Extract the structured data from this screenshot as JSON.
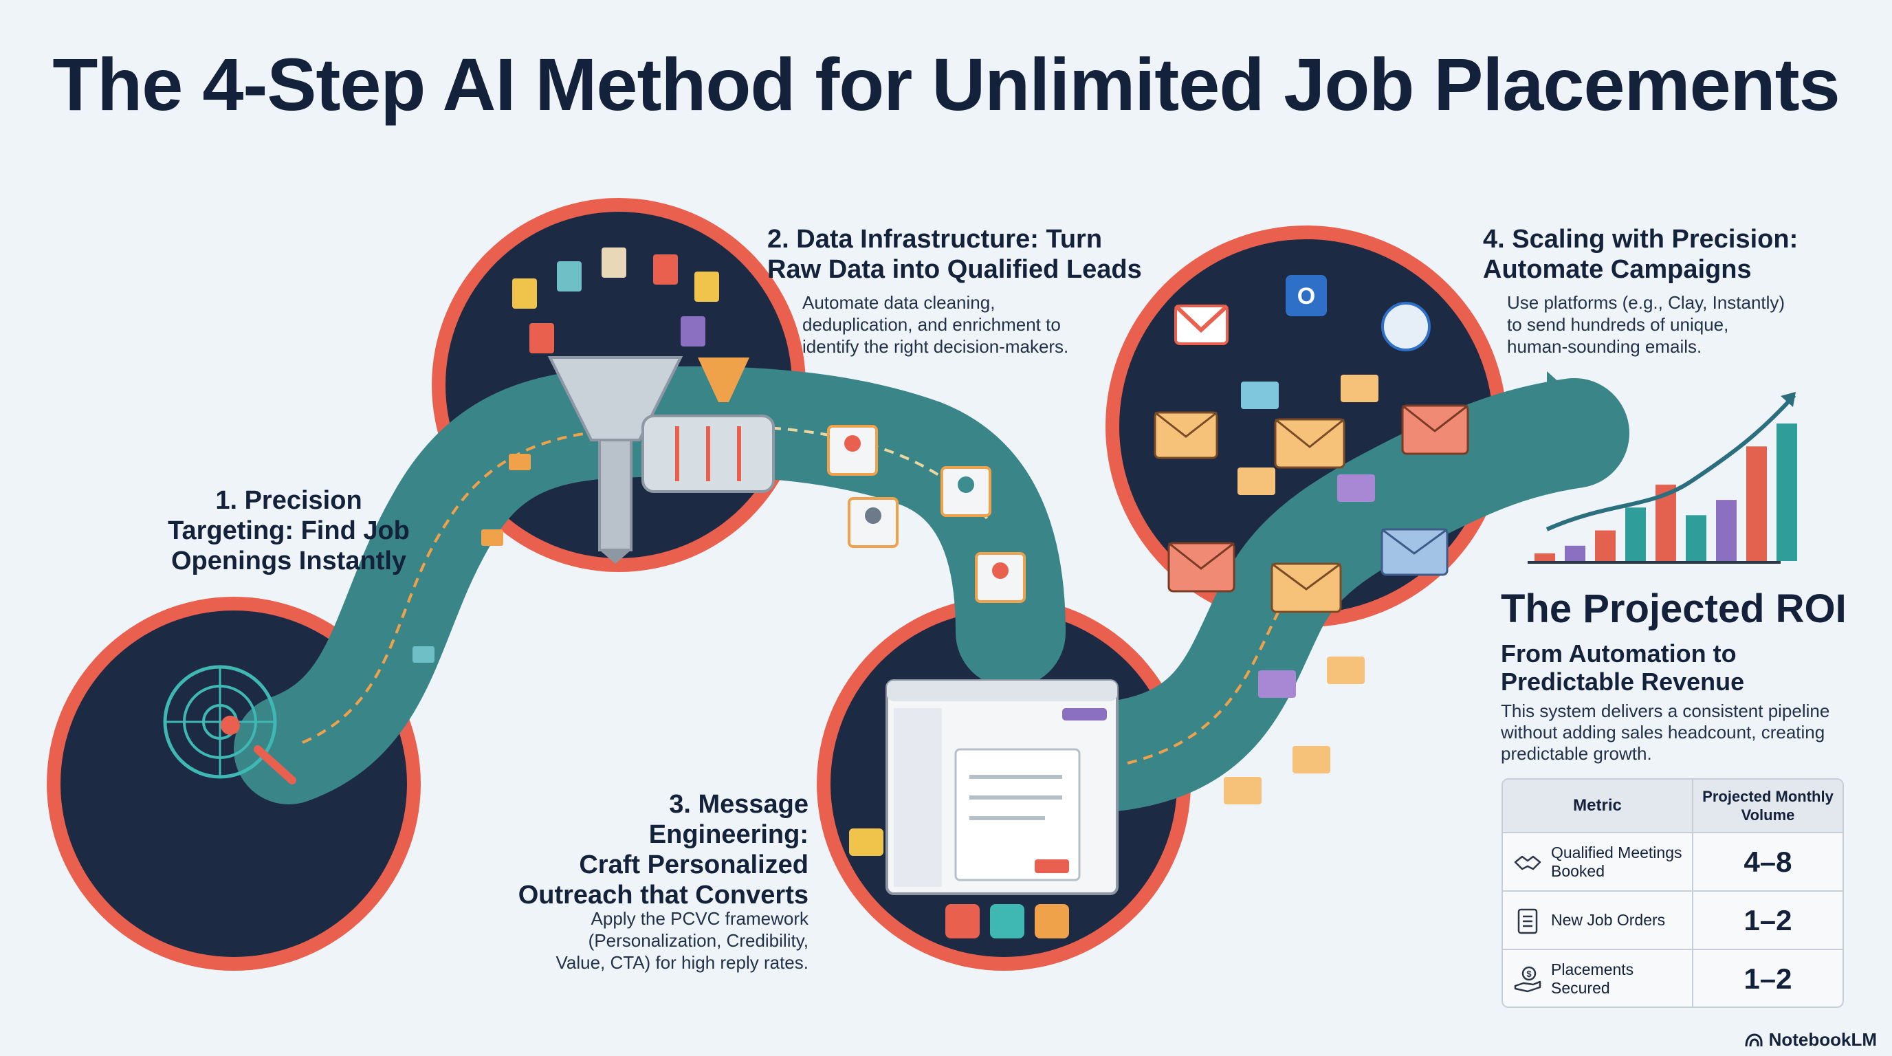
{
  "title": "The 4-Step AI Method for Unlimited Job Placements",
  "steps": [
    {
      "heading": "1. Precision Targeting: Find Job Openings Instantly",
      "heading_lines": [
        "1. Precision",
        "Targeting: Find Job",
        "Openings Instantly"
      ]
    },
    {
      "heading_lines": [
        "2. Data Infrastructure: Turn",
        "Raw Data into Qualified Leads"
      ],
      "description_lines": [
        "Automate data cleaning,",
        "deduplication, and enrichment to",
        "identify the right decision-makers."
      ]
    },
    {
      "heading_lines": [
        "3. Message",
        "Engineering:",
        "Craft Personalized",
        "Outreach that Converts"
      ],
      "description_lines": [
        "Apply the PCVC framework",
        "(Personalization, Credibility,",
        "Value, CTA) for high reply rates."
      ]
    },
    {
      "heading_lines": [
        "4. Scaling with Precision:",
        "Automate Campaigns"
      ],
      "description_lines": [
        "Use platforms (e.g., Clay, Instantly)",
        "to send hundreds of unique,",
        "human-sounding emails."
      ]
    }
  ],
  "roi": {
    "title": "The Projected ROI",
    "subtitle": "From Automation to Predictable Revenue",
    "description": "This system delivers a consistent pipeline without adding sales headcount, creating predictable growth.",
    "table": {
      "col_metric": "Metric",
      "col_volume": "Projected Monthly Volume",
      "rows": [
        {
          "metric": "Qualified Meetings Booked",
          "volume": "4–8",
          "icon": "handshake-icon"
        },
        {
          "metric": "New Job Orders",
          "volume": "1–2",
          "icon": "checklist-icon"
        },
        {
          "metric": "Placements Secured",
          "volume": "1–2",
          "icon": "money-hand-icon"
        }
      ]
    },
    "growth_bars": [
      {
        "value": 1,
        "color": "#e2624f"
      },
      {
        "value": 2,
        "color": "#8b6fc0"
      },
      {
        "value": 4,
        "color": "#e2624f"
      },
      {
        "value": 7,
        "color": "#2f9d9a"
      },
      {
        "value": 10,
        "color": "#e2624f"
      },
      {
        "value": 6,
        "color": "#2f9d9a"
      },
      {
        "value": 8,
        "color": "#8b6fc0"
      },
      {
        "value": 15,
        "color": "#e2624f"
      },
      {
        "value": 18,
        "color": "#2f9d9a"
      }
    ]
  },
  "brand": "NotebookLM",
  "colors": {
    "navy": "#1d2a44",
    "coral": "#e9604e",
    "teal": "#3d8c8f",
    "text": "#14213a"
  }
}
